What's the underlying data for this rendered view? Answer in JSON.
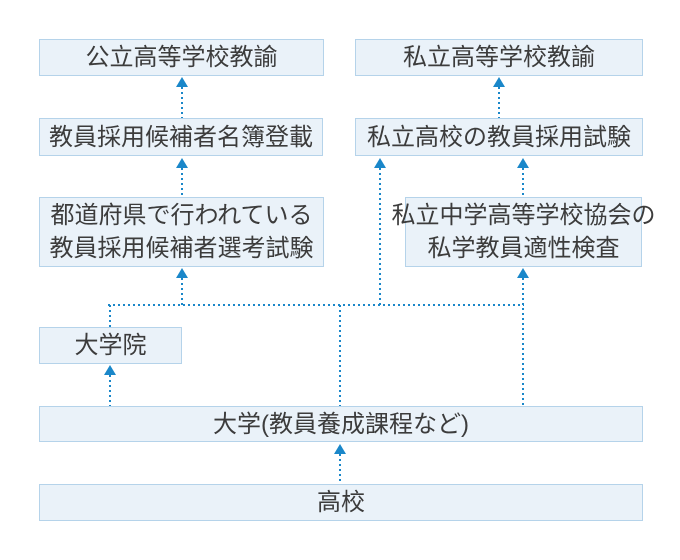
{
  "diagram": {
    "description": "Flowchart of Japanese high-school teacher career paths",
    "colors": {
      "background": "#ffffff",
      "arrow_blue": "#1a87c9",
      "box_fill": "#eaf2f9",
      "box_border": "#b5d3ea",
      "text": "#3c3c3c"
    },
    "nodes": [
      {
        "id": "public-hs-teacher",
        "lines": [
          "公立高等学校教諭"
        ]
      },
      {
        "id": "private-hs-teacher",
        "lines": [
          "私立高等学校教諭"
        ]
      },
      {
        "id": "candidate-list",
        "lines": [
          "教員採用候補者名簿登載"
        ]
      },
      {
        "id": "private-hs-exam",
        "lines": [
          "私立高校の教員採用試験"
        ]
      },
      {
        "id": "prefectural-exam",
        "lines": [
          "都道府県で行われている",
          "教員採用候補者選考試験"
        ]
      },
      {
        "id": "private-aptitude-test",
        "lines": [
          "私立中学高等学校協会の",
          "私学教員適性検査"
        ]
      },
      {
        "id": "grad-school",
        "lines": [
          "大学院"
        ]
      },
      {
        "id": "university",
        "lines": [
          "大学(教員養成課程など)"
        ]
      },
      {
        "id": "high-school",
        "lines": [
          "高校"
        ]
      }
    ],
    "edges": [
      {
        "from": "high-school",
        "to": "university"
      },
      {
        "from": "university",
        "to": "grad-school"
      },
      {
        "from": "university",
        "to": "prefectural-exam"
      },
      {
        "from": "grad-school",
        "to": "prefectural-exam"
      },
      {
        "from": "university",
        "to": "private-hs-exam"
      },
      {
        "from": "grad-school",
        "to": "private-hs-exam"
      },
      {
        "from": "university",
        "to": "private-aptitude-test"
      },
      {
        "from": "prefectural-exam",
        "to": "candidate-list"
      },
      {
        "from": "candidate-list",
        "to": "public-hs-teacher"
      },
      {
        "from": "private-aptitude-test",
        "to": "private-hs-exam"
      },
      {
        "from": "private-hs-exam",
        "to": "private-hs-teacher"
      }
    ]
  }
}
